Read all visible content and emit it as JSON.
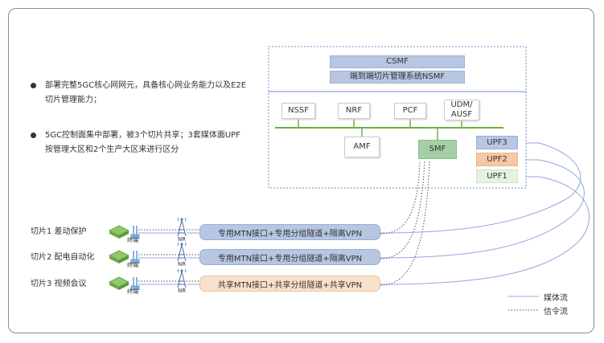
{
  "bullets": [
    "部署完整5GC核心网网元，具备核心网业务能力以及E2E切片管理能力；",
    "5GC控制面集中部署，被3个切片共享；3套媒体面UPF按管理大区和2个生产大区来进行区分"
  ],
  "management": {
    "csmf": "CSMF",
    "nsmf": "端到端切片管理系统NSMF"
  },
  "nf": {
    "nssf": "NSSF",
    "nrf": "NRF",
    "pcf": "PCF",
    "udm_ausf": "UDM/\nAUSF",
    "amf": "AMF",
    "smf": "SMF"
  },
  "upf": [
    "UPF3",
    "UPF2",
    "UPF1"
  ],
  "slices": [
    {
      "label": "切片1 差动保护",
      "terminal": "终端",
      "nr": "NR",
      "pipe": "专用MTN接口+专用分组隧道+隔离VPN"
    },
    {
      "label": "切片2 配电自动化",
      "terminal": "终端",
      "nr": "NR",
      "pipe": "专用MTN接口+专用分组隧道+隔离VPN"
    },
    {
      "label": "切片3 视频会议",
      "terminal": "终端",
      "nr": "NR",
      "pipe": "共享MTN接口+共享分组隧道+共享VPN"
    }
  ],
  "legend": {
    "media": "媒体流",
    "signal": "信令流"
  },
  "colors": {
    "blue_fill": "#b7c6e3",
    "green_fill": "#a6cfa6",
    "orange_fill": "#f6c8a5",
    "light_green_fill": "#e6f2e1",
    "peach_fill": "#f9e0cb",
    "media_line": "#8fa8d8",
    "dotted_line": "#555555",
    "bus_green": "#69b33f"
  }
}
